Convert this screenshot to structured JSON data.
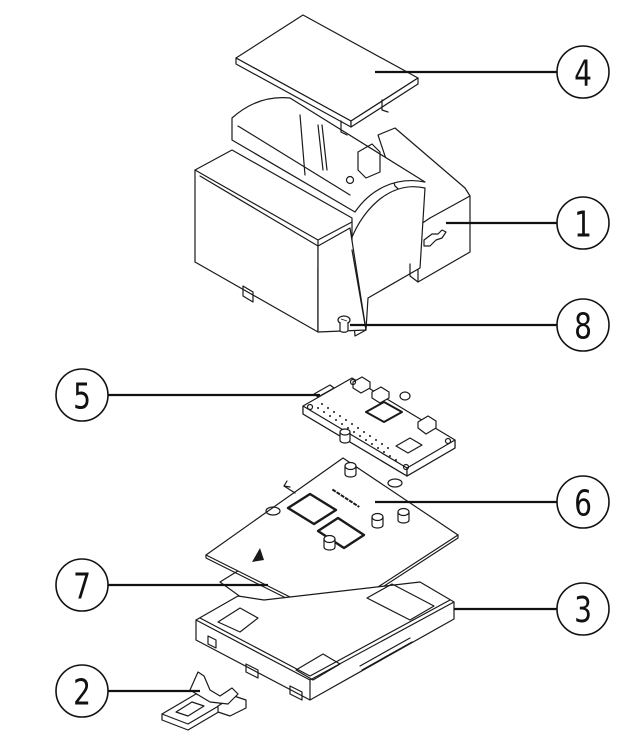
{
  "diagram": {
    "type": "exploded-assembly",
    "callouts": [
      {
        "id": "callout-4",
        "number": "4",
        "part": "top-lid",
        "side": "right"
      },
      {
        "id": "callout-1",
        "number": "1",
        "part": "housing",
        "side": "right"
      },
      {
        "id": "callout-8",
        "number": "8",
        "part": "screw",
        "side": "right"
      },
      {
        "id": "callout-5",
        "number": "5",
        "part": "circuit-board",
        "side": "left"
      },
      {
        "id": "callout-6",
        "number": "6",
        "part": "mounting-plate",
        "side": "right"
      },
      {
        "id": "callout-7",
        "number": "7",
        "part": "insulating-sheet",
        "side": "left"
      },
      {
        "id": "callout-3",
        "number": "3",
        "part": "base-tray",
        "side": "right"
      },
      {
        "id": "callout-2",
        "number": "2",
        "part": "din-rail-clip",
        "side": "left"
      }
    ],
    "plate_marking": {
      "legible": false
    }
  },
  "colors": {
    "line": "#1a1a1a",
    "background": "#ffffff"
  }
}
